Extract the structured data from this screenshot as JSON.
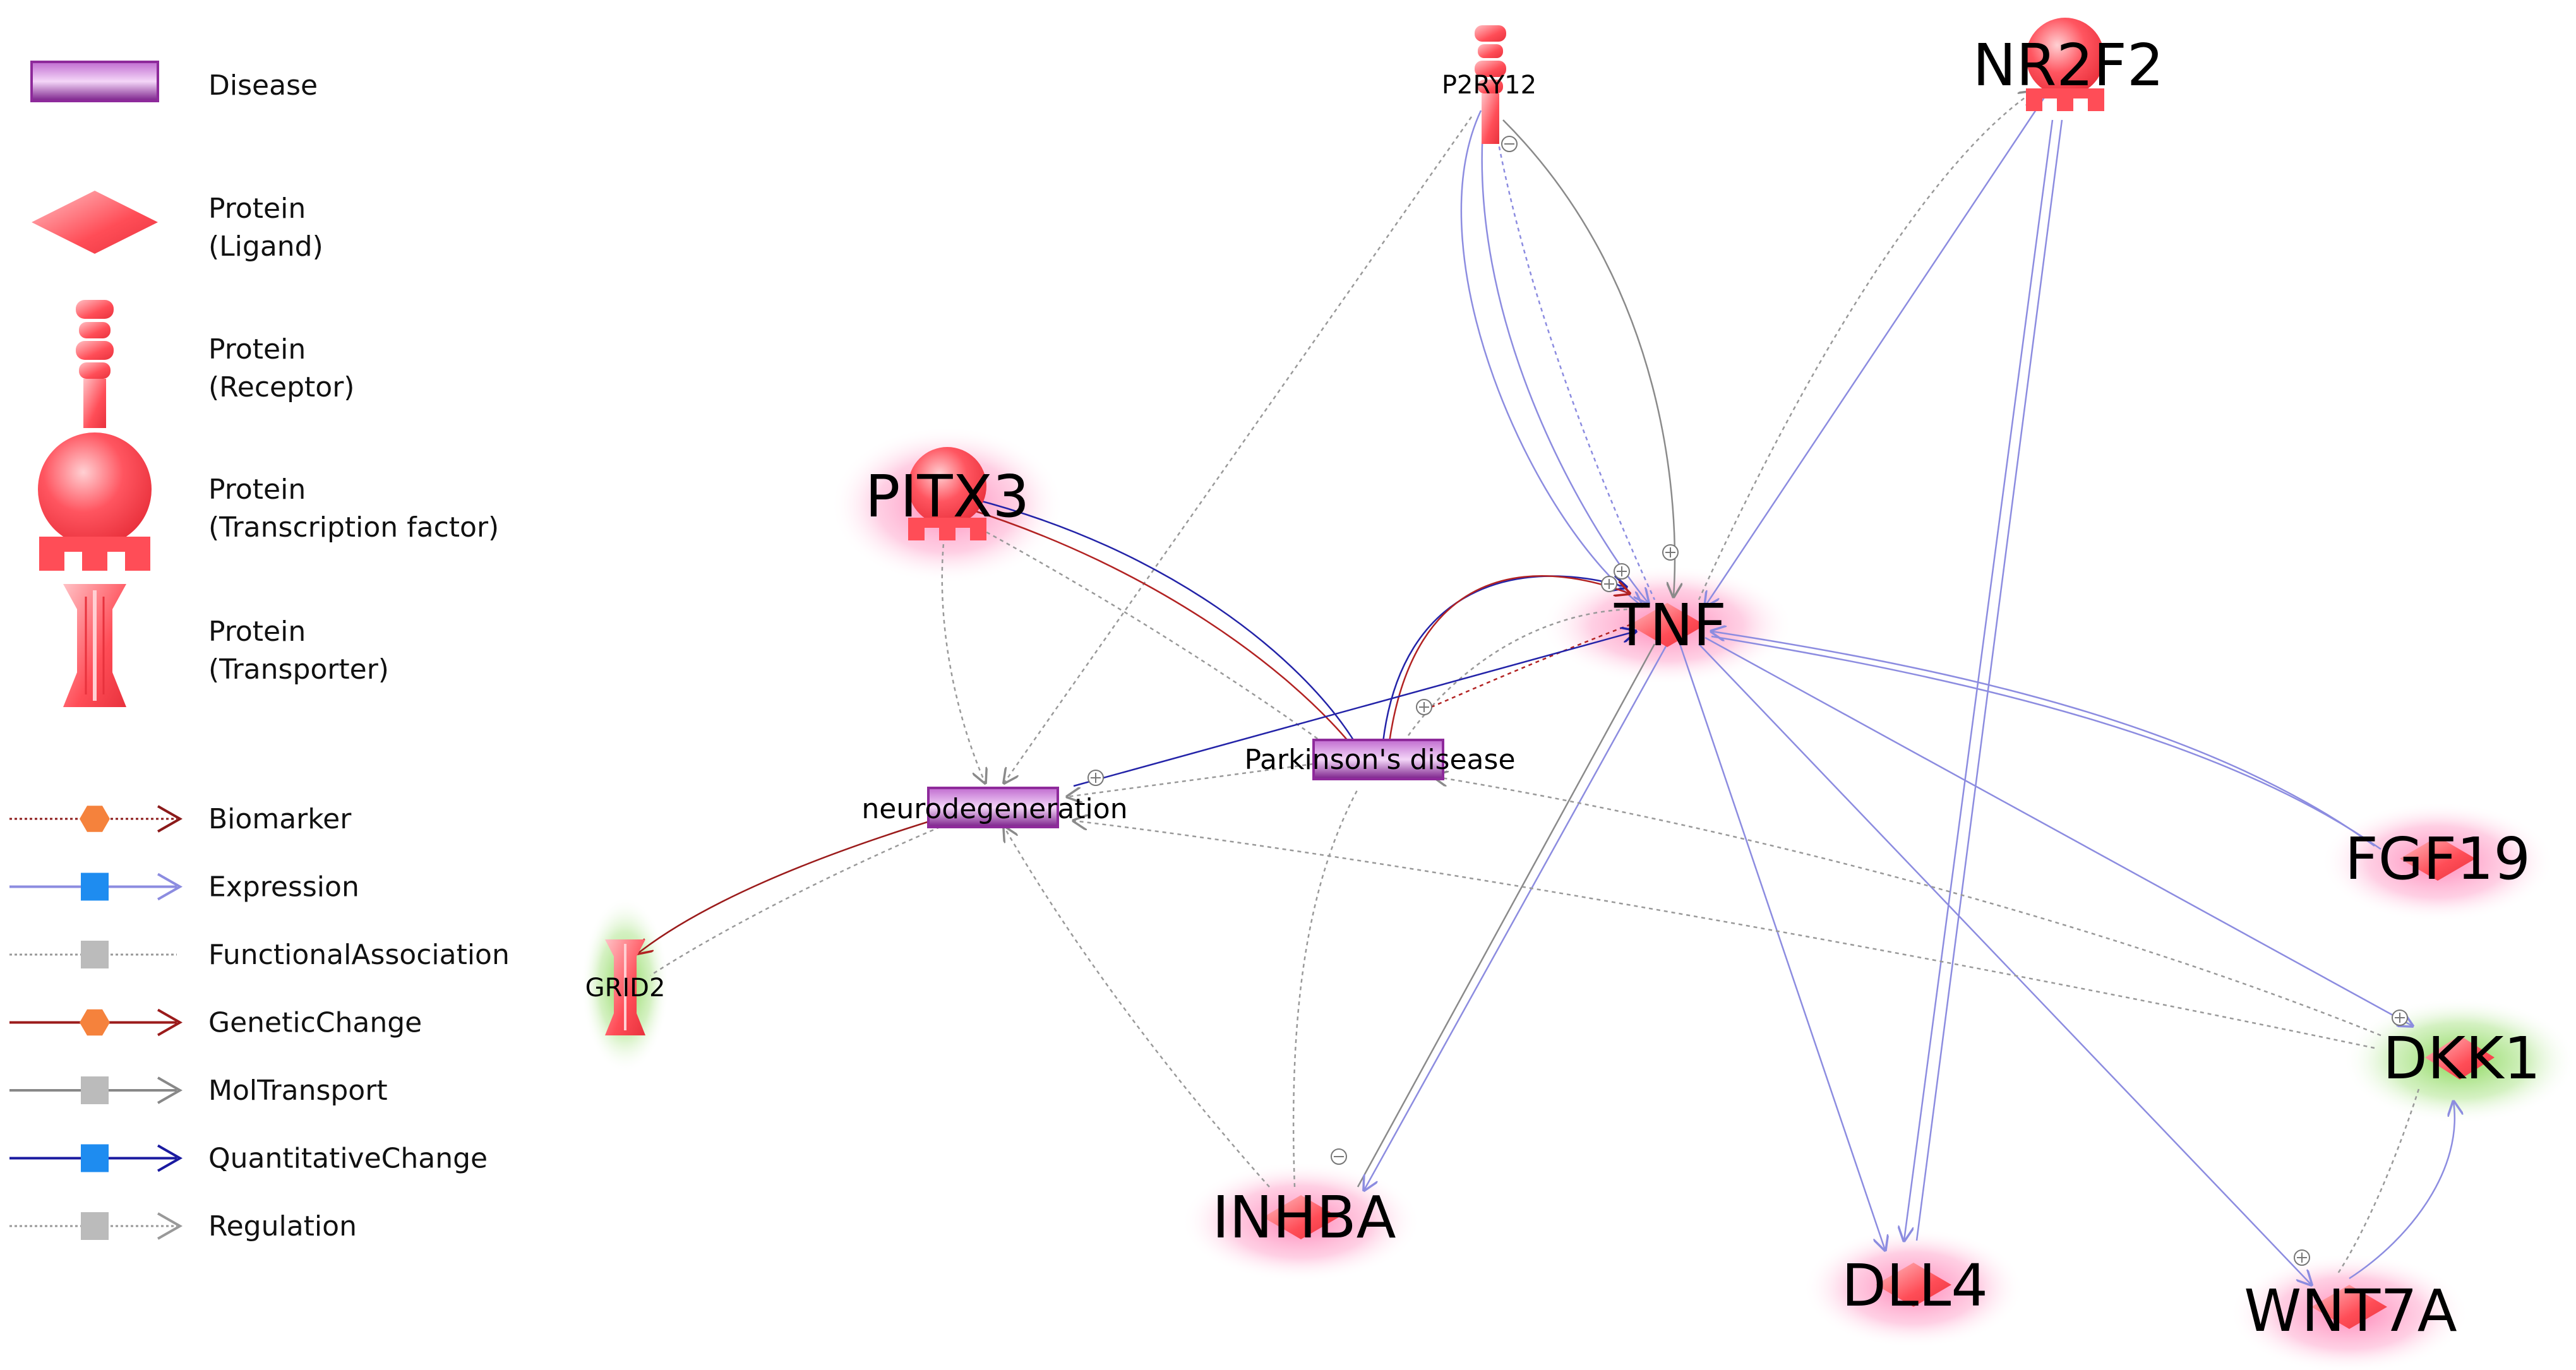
{
  "legend": {
    "disease": "Disease",
    "ligand": [
      "Protein",
      "(Ligand)"
    ],
    "receptor": [
      "Protein",
      "(Receptor)"
    ],
    "tf": [
      "Protein",
      "(Transcription factor)"
    ],
    "transporter": [
      "Protein",
      "(Transporter)"
    ],
    "edges": [
      {
        "label": "Biomarker",
        "color": "#8b1a1a",
        "marker": "hex",
        "marker_color": "#f5823c",
        "dash": "4,4",
        "arrow": "open"
      },
      {
        "label": "Expression",
        "color": "#8c8ce0",
        "marker": "square",
        "marker_color": "#1e8cf0",
        "dash": "",
        "arrow": "open"
      },
      {
        "label": "FunctionalAssociation",
        "color": "#999999",
        "marker": "square",
        "marker_color": "#bbbbbb",
        "dash": "4,4",
        "arrow": "none"
      },
      {
        "label": "GeneticChange",
        "color": "#9b1b1b",
        "marker": "hex",
        "marker_color": "#f5823c",
        "dash": "",
        "arrow": "open"
      },
      {
        "label": "MolTransport",
        "color": "#888888",
        "marker": "square",
        "marker_color": "#bbbbbb",
        "dash": "",
        "arrow": "open"
      },
      {
        "label": "QuantitativeChange",
        "color": "#1a1aa0",
        "marker": "square",
        "marker_color": "#1e8cf0",
        "dash": "",
        "arrow": "open"
      },
      {
        "label": "Regulation",
        "color": "#999999",
        "marker": "square",
        "marker_color": "#bbbbbb",
        "dash": "4,4",
        "arrow": "open"
      }
    ]
  },
  "nodes": {
    "p2ry12": "P2RY12",
    "nr2f2": "NR2F2",
    "pitx3": "PITX3",
    "tnf": "TNF",
    "parkinsons": "Parkinson's disease",
    "neurodegeneration": "neurodegeneration",
    "grid2": "GRID2",
    "fgf19": "FGF19",
    "dkk1": "DKK1",
    "inhba": "INHBA",
    "dll4": "DLL4",
    "wnt7a": "WNT7A"
  },
  "colors": {
    "protein": "#ff4d57",
    "disease": "#8e2a9b",
    "glow_red": "#ff9ec8",
    "glow_green": "#a6e07a",
    "expression": "#8c8ce0",
    "regulation": "#9a9a9a",
    "biomarker": "#b22222",
    "quantitative": "#2323a8"
  }
}
